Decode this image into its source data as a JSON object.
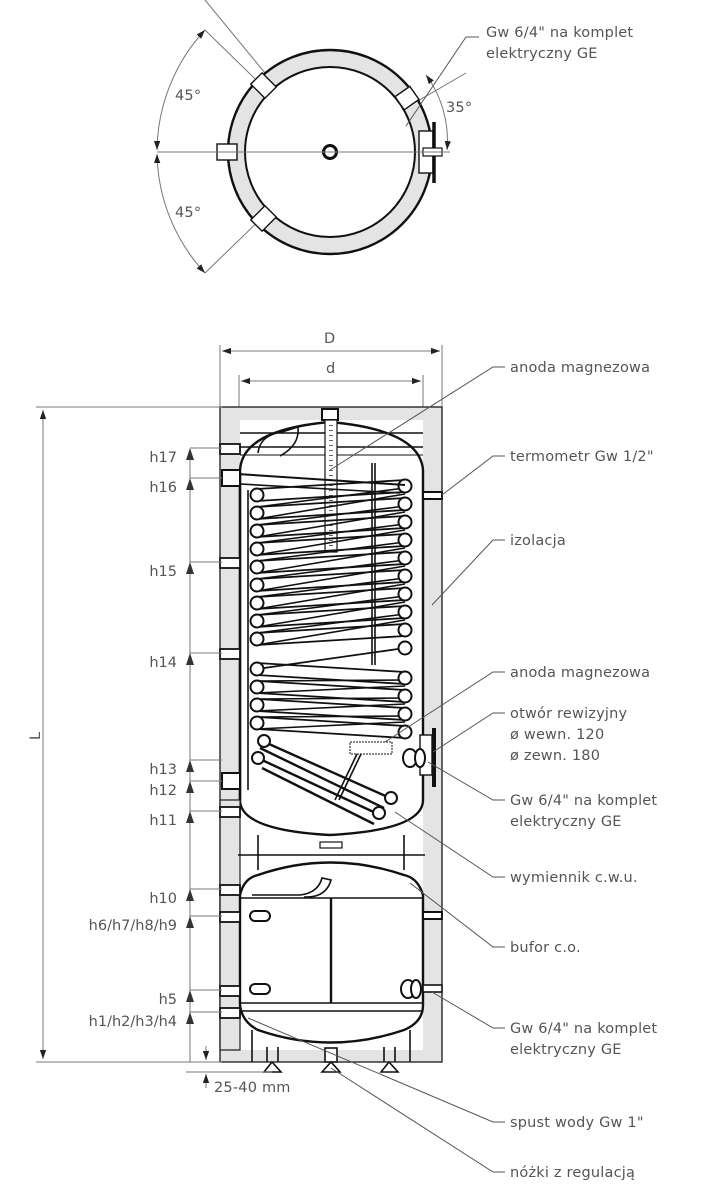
{
  "diagram": {
    "top_view": {
      "angles": [
        "45°",
        "45°",
        "35°"
      ],
      "callout": [
        "Gw 6/4\" na komplet",
        "elektryczny GE"
      ]
    },
    "dimensions": {
      "outer_diameter": "D",
      "inner_diameter": "d",
      "height": "L",
      "foot_adjustment": "25-40 mm"
    },
    "height_labels": [
      "h17",
      "h16",
      "h15",
      "h14",
      "h13",
      "h12",
      "h11",
      "h10",
      "h6/h7/h8/h9",
      "h5",
      "h1/h2/h3/h4"
    ],
    "callouts": [
      {
        "lines": [
          "anoda magnezowa"
        ]
      },
      {
        "lines": [
          "termometr Gw 1/2\""
        ]
      },
      {
        "lines": [
          "izolacja"
        ]
      },
      {
        "lines": [
          "anoda magnezowa"
        ]
      },
      {
        "lines": [
          "otwór rewizyjny",
          "ø wewn. 120",
          "ø zewn. 180"
        ]
      },
      {
        "lines": [
          "Gw 6/4\" na komplet",
          "elektryczny GE"
        ]
      },
      {
        "lines": [
          "wymiennik c.w.u."
        ]
      },
      {
        "lines": [
          "bufor c.o."
        ]
      },
      {
        "lines": [
          "Gw 6/4\" na komplet",
          "elektryczny GE"
        ]
      },
      {
        "lines": [
          "spust wody Gw 1\""
        ]
      },
      {
        "lines": [
          "nóżki z regulacją"
        ]
      }
    ]
  }
}
